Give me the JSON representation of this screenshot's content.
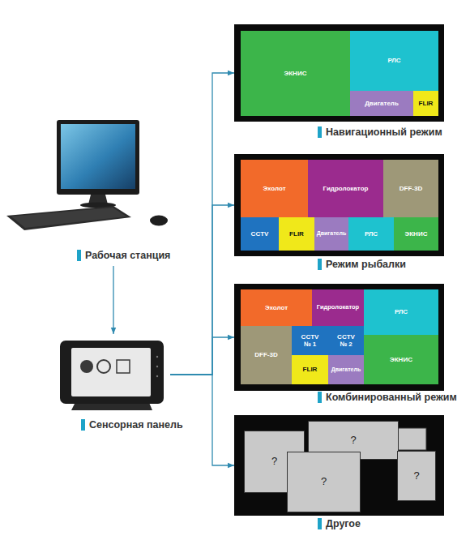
{
  "diagram": {
    "nodes": [
      {
        "text": [
          "Рабочая станция"
        ]
      },
      {
        "text": [
          "Сенсорная панель"
        ]
      },
      {
        "text": [
          "Навигационный режим"
        ]
      },
      {
        "text": [
          "ЭКНИС"
        ],
        "in": 2
      },
      {
        "text": [
          "РЛС"
        ],
        "in": 2
      },
      {
        "text": [
          "Двигатель"
        ],
        "in": 2
      },
      {
        "text": [
          "FLIR"
        ],
        "in": 2
      },
      {
        "text": [
          "Режим рыбалки"
        ]
      },
      {
        "text": [
          "Эхолот"
        ],
        "in": 7
      },
      {
        "text": [
          "Гидролокатор"
        ],
        "in": 7
      },
      {
        "text": [
          "DFF-3D"
        ],
        "in": 7
      },
      {
        "text": [
          "CCTV"
        ],
        "in": 7
      },
      {
        "text": [
          "FLIR"
        ],
        "in": 7
      },
      {
        "text": [
          "Двигатель"
        ],
        "in": 7
      },
      {
        "text": [
          "РЛС"
        ],
        "in": 7
      },
      {
        "text": [
          "ЭКНИС"
        ],
        "in": 7
      },
      {
        "text": [
          "Комбинированный режим"
        ]
      },
      {
        "text": [
          "Эхолот"
        ],
        "in": 16
      },
      {
        "text": [
          "Гидролокатор"
        ],
        "in": 16
      },
      {
        "text": [
          "РЛС"
        ],
        "in": 16
      },
      {
        "text": [
          "DFF-3D"
        ],
        "in": 16
      },
      {
        "text": [
          "CCTV № 1"
        ],
        "in": 16
      },
      {
        "text": [
          "CCTV № 2"
        ],
        "in": 16
      },
      {
        "text": [
          "ЭКНИС"
        ],
        "in": 16
      },
      {
        "text": [
          "FLIR"
        ],
        "in": 16
      },
      {
        "text": [
          "Двигатель"
        ],
        "in": 16
      },
      {
        "text": [
          "Другое"
        ]
      },
      {
        "text": [
          "?"
        ],
        "in": 26
      },
      {
        "text": [
          "?"
        ],
        "in": 26
      },
      {
        "text": [
          "?"
        ],
        "in": 26
      },
      {
        "text": [
          "?"
        ],
        "in": 26
      }
    ],
    "edges": [
      {
        "from": 0,
        "to": 1,
        "arrow": "to"
      },
      {
        "from": 1,
        "to": 2,
        "arrow": "to"
      },
      {
        "from": 1,
        "to": 7,
        "arrow": "to"
      },
      {
        "from": 1,
        "to": 16,
        "arrow": "to"
      },
      {
        "from": 1,
        "to": 26,
        "arrow": "to"
      }
    ]
  }
}
